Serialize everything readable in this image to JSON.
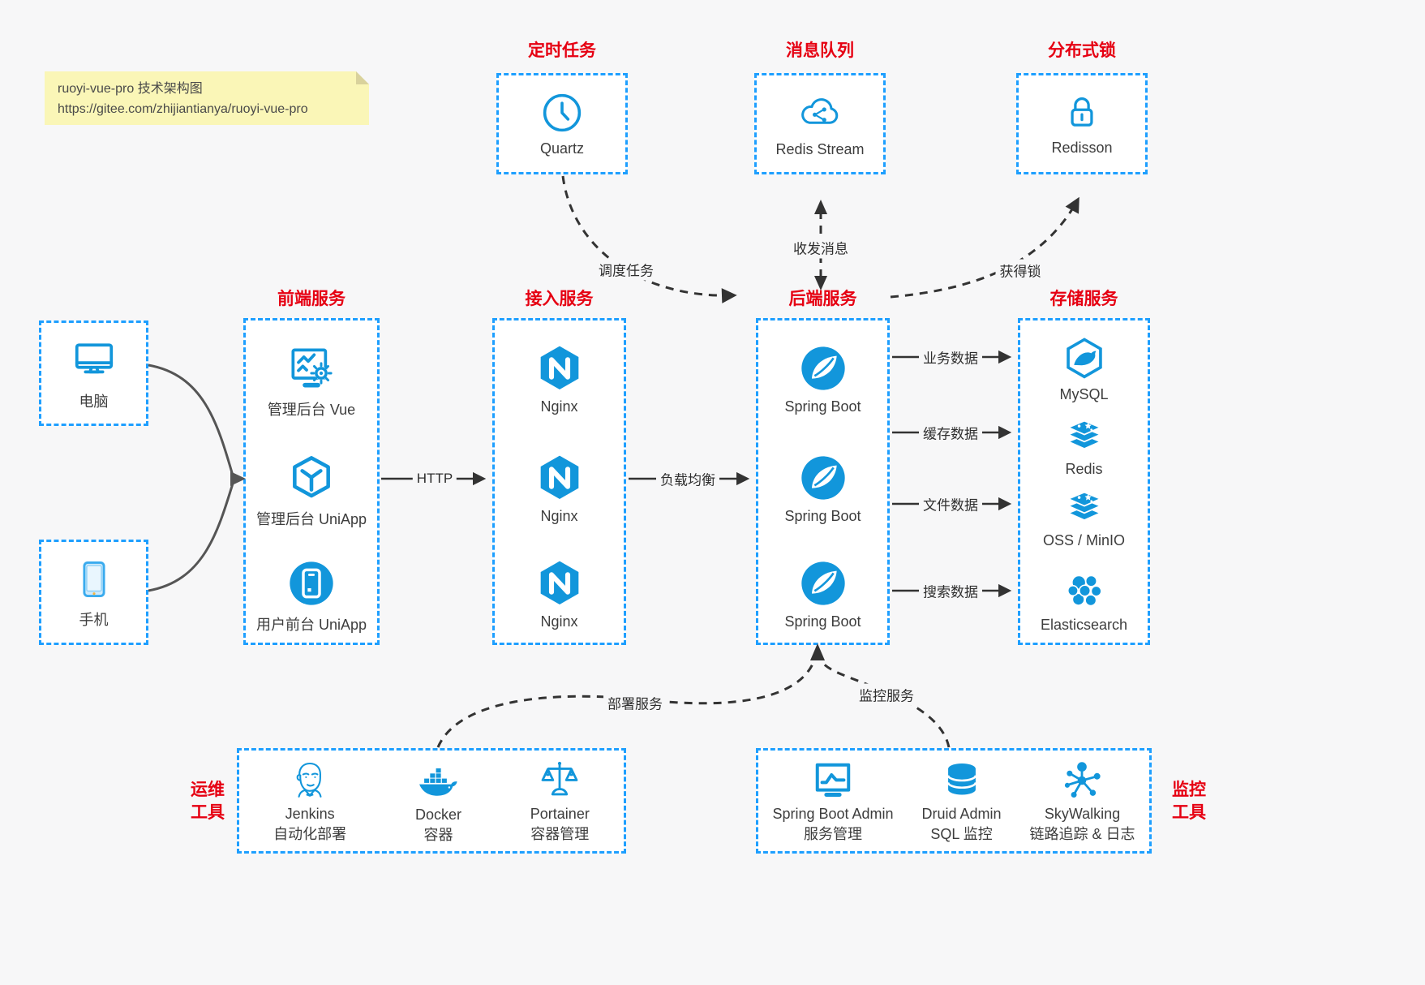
{
  "note": {
    "title": "ruoyi-vue-pro 技术架构图",
    "url": "https://gitee.com/zhijiantianya/ruoyi-vue-pro"
  },
  "top_services": [
    {
      "title": "定时任务",
      "label": "Quartz",
      "icon": "clock-icon"
    },
    {
      "title": "消息队列",
      "label": "Redis Stream",
      "icon": "cloud-share-icon"
    },
    {
      "title": "分布式锁",
      "label": "Redisson",
      "icon": "lock-icon"
    }
  ],
  "clients": [
    {
      "label": "电脑",
      "icon": "desktop-icon"
    },
    {
      "label": "手机",
      "icon": "phone-icon"
    }
  ],
  "columns": [
    {
      "title": "前端服务",
      "items": [
        {
          "label": "管理后台 Vue",
          "icon": "admin-vue-icon"
        },
        {
          "label": "管理后台 UniApp",
          "icon": "uniapp-cube-icon"
        },
        {
          "label": "用户前台 UniApp",
          "icon": "user-app-icon"
        }
      ]
    },
    {
      "title": "接入服务",
      "items": [
        {
          "label": "Nginx",
          "icon": "nginx-icon"
        },
        {
          "label": "Nginx",
          "icon": "nginx-icon"
        },
        {
          "label": "Nginx",
          "icon": "nginx-icon"
        }
      ]
    },
    {
      "title": "后端服务",
      "items": [
        {
          "label": "Spring Boot",
          "icon": "spring-icon"
        },
        {
          "label": "Spring Boot",
          "icon": "spring-icon"
        },
        {
          "label": "Spring Boot",
          "icon": "spring-icon"
        }
      ]
    },
    {
      "title": "存储服务",
      "items": [
        {
          "label": "MySQL",
          "icon": "mysql-icon"
        },
        {
          "label": "Redis",
          "icon": "redis-icon"
        },
        {
          "label": "OSS / MinIO",
          "icon": "oss-minio-icon"
        },
        {
          "label": "Elasticsearch",
          "icon": "elasticsearch-icon"
        }
      ]
    }
  ],
  "ops_tools": {
    "title_line1": "运维",
    "title_line2": "工具",
    "items": [
      {
        "name": "Jenkins",
        "desc": "自动化部署"
      },
      {
        "name": "Docker",
        "desc": "容器"
      },
      {
        "name": "Portainer",
        "desc": "容器管理"
      }
    ]
  },
  "monitor_tools": {
    "title_line1": "监控",
    "title_line2": "工具",
    "items": [
      {
        "name": "Spring Boot Admin",
        "desc": "服务管理"
      },
      {
        "name": "Druid Admin",
        "desc": "SQL 监控"
      },
      {
        "name": "SkyWalking",
        "desc": "链路追踪 & 日志"
      }
    ]
  },
  "edge_labels": {
    "http": "HTTP",
    "load_balance": "负载均衡",
    "business_data": "业务数据",
    "cache_data": "缓存数据",
    "file_data": "文件数据",
    "search_data": "搜索数据",
    "schedule_task": "调度任务",
    "send_receive_message": "收发消息",
    "acquire_lock": "获得锁",
    "deploy_service": "部署服务",
    "monitor_service": "监控服务"
  },
  "colors": {
    "border_blue": "#1e9fff",
    "icon_blue": "#1296db",
    "title_red": "#e60012",
    "arrow_dark": "#333333",
    "arrow_gray": "#555555",
    "note_bg": "#faf6b7"
  }
}
